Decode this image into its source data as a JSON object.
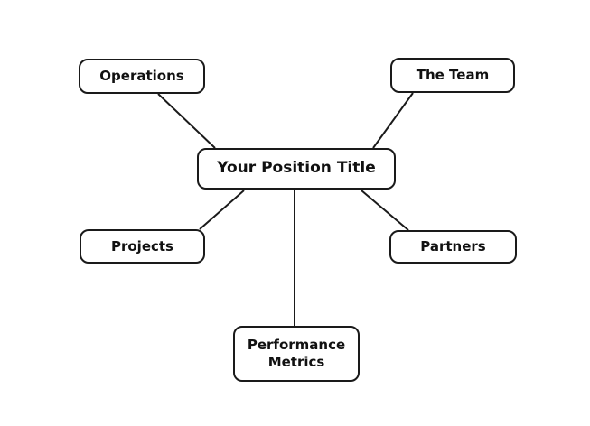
{
  "diagram": {
    "type": "mind-map",
    "colors": {
      "background": "#ffffff",
      "line": "#1a1a1a",
      "text": "#111111"
    },
    "nodes": {
      "center": {
        "label": "Your Position Title"
      },
      "operations": {
        "label": "Operations"
      },
      "team": {
        "label": "The Team"
      },
      "projects": {
        "label": "Projects"
      },
      "partners": {
        "label": "Partners"
      },
      "performance": {
        "label": "Performance Metrics"
      }
    },
    "edges": [
      {
        "from": "center",
        "to": "operations"
      },
      {
        "from": "center",
        "to": "team"
      },
      {
        "from": "center",
        "to": "projects"
      },
      {
        "from": "center",
        "to": "partners"
      },
      {
        "from": "center",
        "to": "performance"
      }
    ]
  }
}
